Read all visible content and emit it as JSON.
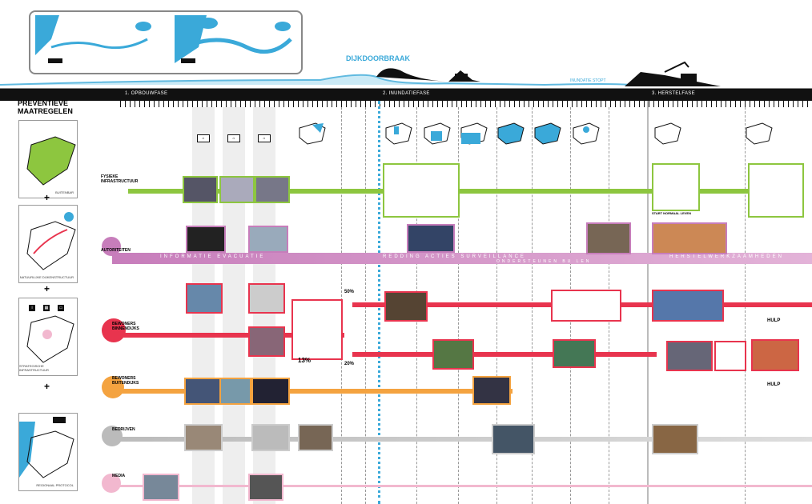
{
  "header": {
    "dike_breach": "DIJKDOORBRAAK",
    "inundation_stops": "INUNDATIE STOPT"
  },
  "phases": [
    {
      "label": "1. OPBOUWFASE"
    },
    {
      "label": "2. INUNDATIEFASE"
    },
    {
      "label": "3. HERSTELFASE"
    }
  ],
  "sidebar": {
    "title": "PREVENTIEVE MAATREGELEN",
    "maps": [
      {
        "label": "BUITENBAR",
        "icon": "map-icon"
      },
      {
        "label": "NATUURLIJKE DIJKENSTRUCTUUR",
        "icon": "map-icon"
      },
      {
        "label": "STRATEGISCHE INFRASTRUCTUUR",
        "icon": "map-icon"
      },
      {
        "label": "REGIONAAL PROTOCOL",
        "icon": "map-icon"
      }
    ],
    "plus": "+"
  },
  "rows": [
    {
      "label": "FYSIEKE INFRASTRUCTUUR",
      "color": "#8dc63f"
    },
    {
      "label": "AUTORITEITEN",
      "color": "#c77dbb"
    },
    {
      "label": "BEWONERS BINNENDIJKS",
      "color": "#e8344e"
    },
    {
      "label": "BEWONERS BUITENDIJKS",
      "color": "#f4a340"
    },
    {
      "label": "BEDRIJVEN",
      "color": "#bbbbbb"
    },
    {
      "label": "MEDIA",
      "color": "#f2b8cf"
    }
  ],
  "authority_band": {
    "left_text": "INFORMATIE    EVACUATIE",
    "mid_text": "REDDING ACTIES    SURVEILLANCE",
    "mid_text2": "ONDERSTEUNEN BU   LEN",
    "right_text": "HERSTELWERKZAAMHEDEN"
  },
  "markers": {
    "pct_13": "13%",
    "pct_20": "20%",
    "pct_50": "50%",
    "help": "HULP",
    "start_normal": "START NORMAAL LEVEN"
  },
  "colors": {
    "blue": "#3aa9d9",
    "green": "#8dc63f",
    "purple": "#c77dbb",
    "red": "#e8344e",
    "orange": "#f4a340",
    "gray": "#bbbbbb",
    "pink": "#f2b8cf"
  }
}
